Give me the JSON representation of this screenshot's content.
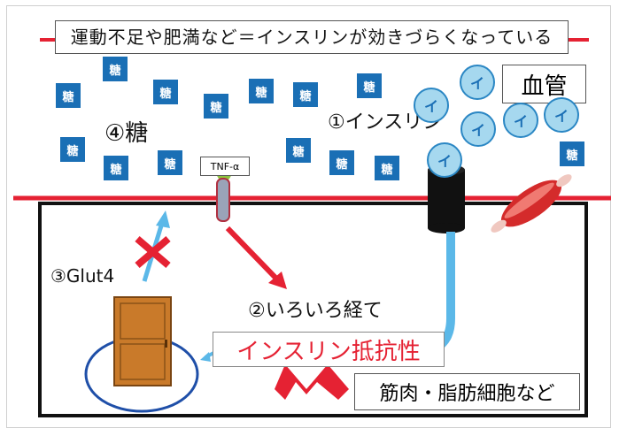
{
  "title": "運動不足や肥満など＝インスリンが効きづらくなっている",
  "blood_vessel_label": "血管",
  "sugar_label": "④糖",
  "insulin_label": "①インスリン",
  "insulin_glyph": "イ",
  "sugar_glyph": "糖",
  "tnf_label": "TNF-α",
  "glut4_label": "③Glut4",
  "pathway_label": "②いろいろ経て",
  "resistance_label": "インスリン抵抗性",
  "cell_label": "筋肉・脂肪細胞など",
  "colors": {
    "membrane_red": "#e52233",
    "sugar_blue": "#1a6fb5",
    "insulin_fill": "#a6d8ef",
    "arrow_blue": "#5bb8e8",
    "resistance_red": "#e52233",
    "door_brown": "#c97a2a"
  }
}
